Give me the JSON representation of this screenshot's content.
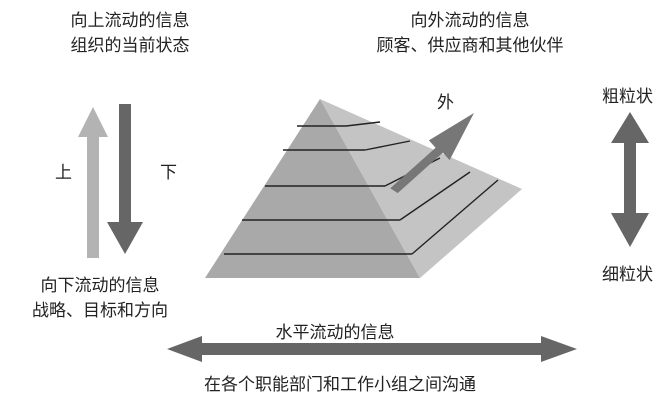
{
  "upward": {
    "title": "向上流动的信息",
    "subtitle": "组织的当前状态",
    "label": "上"
  },
  "downward": {
    "title": "向下流动的信息",
    "subtitle": "战略、目标和方向",
    "label": "下"
  },
  "outward": {
    "title": "向外流动的信息",
    "subtitle": "顾客、供应商和其他伙伴",
    "label": "外"
  },
  "horizontal": {
    "title": "水平流动的信息",
    "subtitle": "在各个职能部门和工作小组之间沟通"
  },
  "granularity": {
    "top": "粗粒状",
    "bottom": "细粒状"
  },
  "colors": {
    "arrow_light": "#b3b3b3",
    "arrow_dark": "#666666",
    "pyramid_front": "#a9a9a9",
    "pyramid_side": "#c4c4c4",
    "lines": "#222222"
  }
}
